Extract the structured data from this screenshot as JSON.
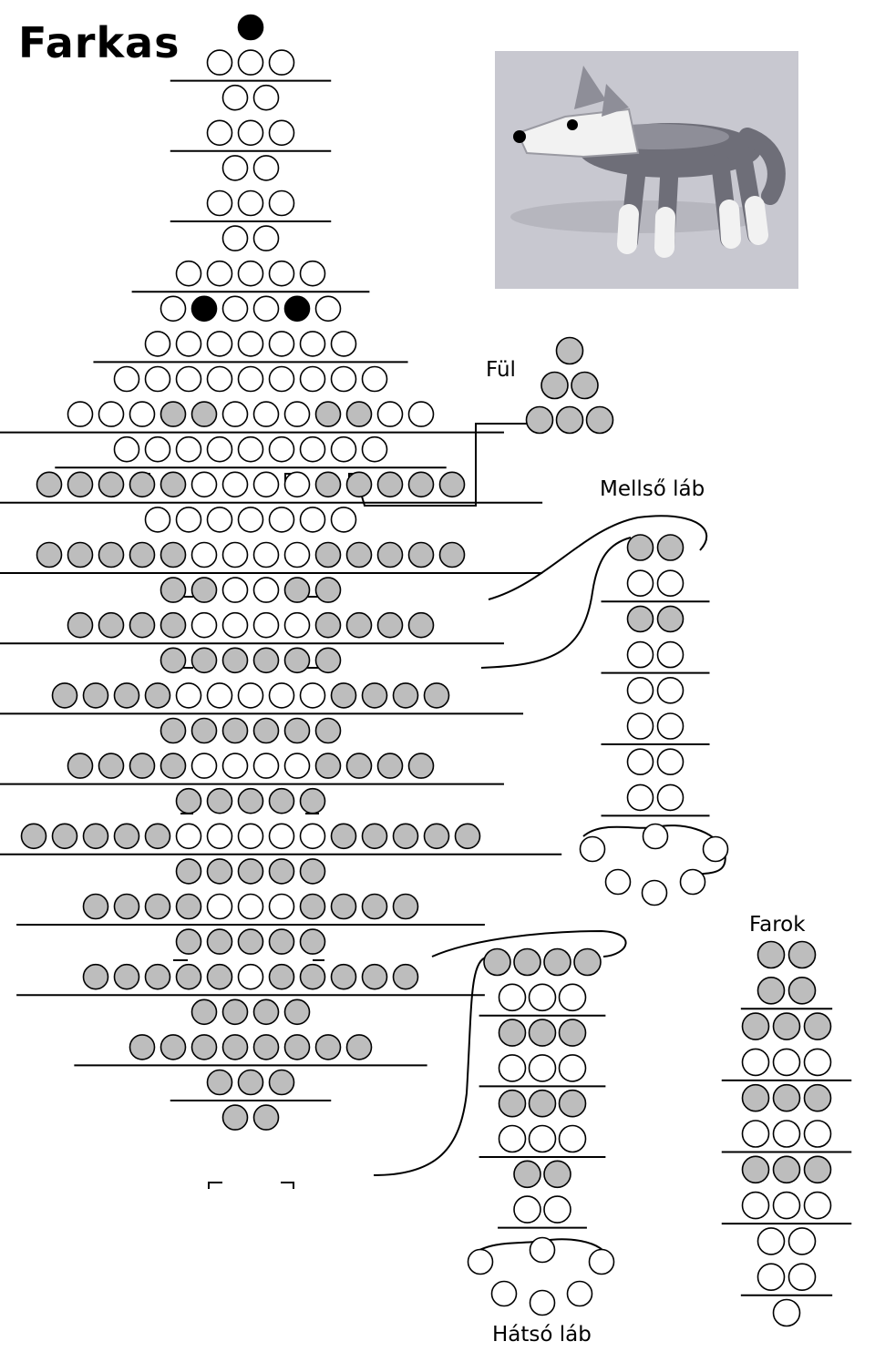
{
  "title": "Farkas",
  "labels": {
    "ear": "Fül",
    "front_leg": "Mellső láb",
    "hind_leg": "Hátsó láb",
    "tail": "Farok"
  },
  "colors": {
    "white_bead": "#ffffff",
    "grey_bead": "#bdbdbd",
    "black_bead": "#000000",
    "outline": "#000000",
    "photo_background": "#c8c8d0",
    "wolf_dark": "#6e6e78",
    "wolf_mid": "#8e8e98",
    "wolf_light": "#f2f2f2"
  },
  "photo": {
    "subject": "beaded wolf figurine"
  },
  "patterns": {
    "body": [
      "B",
      "WWW",
      "|",
      "WW",
      "WWW",
      "|",
      "WW",
      "WWW",
      "|",
      "WW",
      "WWWWW",
      "|",
      "WBWWBW",
      "WWWWWWW",
      "|",
      "WWWWWWWWW",
      "WWWGGWWWGGWW",
      "|",
      "WWWWWWWWW",
      "|",
      "GGGGGWWWWGGGGG",
      "|",
      "WWWWWWW",
      "GGGGGWWWWGGGGG",
      "|",
      "GGWWGG",
      "GGGGWWWWGGGG",
      "|",
      "GGGGGG",
      "GGGGWWWWWGGGG",
      "|",
      "GGGGGG",
      "GGGGWWWWGGGG",
      "|",
      "GGGGG",
      "GGGGGWWWWWGGGGG",
      "|",
      "GGGGG",
      "GGGGWWWGGGG",
      "|",
      "GGGGG",
      "GGGGGWGGGGG",
      "|",
      "GGGG",
      "GGGGGGGG",
      "|",
      "GGG",
      "|",
      "GG"
    ],
    "ear": [
      "G",
      "GG",
      "GGG"
    ],
    "front_leg": [
      "GG",
      "WW",
      "|",
      "GG",
      "WW",
      "|",
      "WW",
      "WW",
      "|",
      "WW",
      "WW",
      "|"
    ],
    "hind_leg": [
      "GGGG",
      "WWW",
      "|",
      "GGG",
      "WWW",
      "|",
      "GGG",
      "WWW",
      "|",
      "GG",
      "WW",
      "|"
    ],
    "tail": [
      "GG",
      "GG",
      "|",
      "GGG",
      "WWW",
      "|",
      "GGG",
      "WWW",
      "|",
      "GGG",
      "WWW",
      "|",
      "WW",
      "WW",
      "|",
      "W"
    ]
  }
}
